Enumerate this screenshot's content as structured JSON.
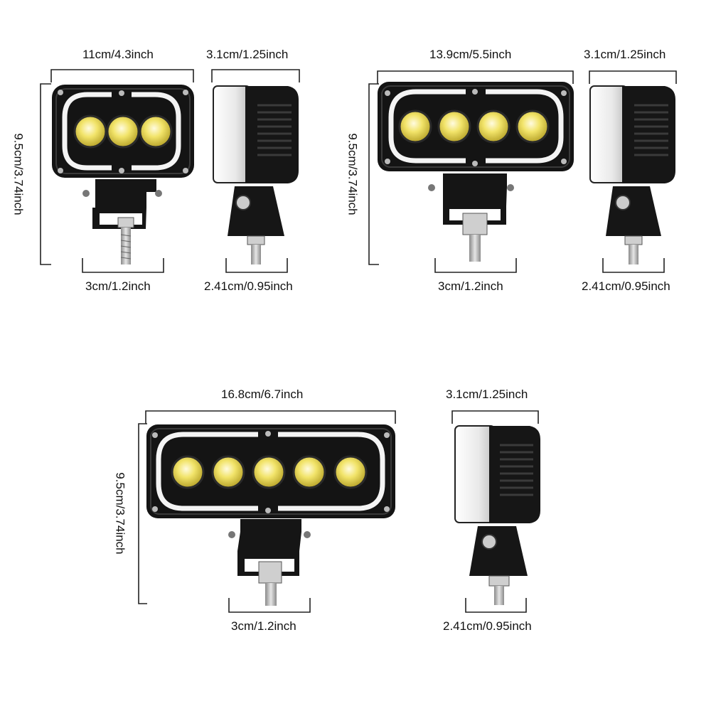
{
  "products": [
    {
      "led_count": 3,
      "width_label": "11cm/4.3inch",
      "height_label": "9.5cm/3.74inch",
      "bracket_label": "3cm/1.2inch",
      "depth_label": "3.1cm/1.25inch",
      "mount_label": "2.41cm/0.95inch"
    },
    {
      "led_count": 4,
      "width_label": "13.9cm/5.5inch",
      "height_label": "9.5cm/3.74inch",
      "bracket_label": "3cm/1.2inch",
      "depth_label": "3.1cm/1.25inch",
      "mount_label": "2.41cm/0.95inch"
    },
    {
      "led_count": 5,
      "width_label": "16.8cm/6.7inch",
      "height_label": "9.5cm/3.74inch",
      "bracket_label": "3cm/1.2inch",
      "depth_label": "3.1cm/1.25inch",
      "mount_label": "2.41cm/0.95inch"
    }
  ],
  "colors": {
    "housing": "#141414",
    "halo": "#f4f4f4",
    "lens": "#e8d84a",
    "dimension_line": "#222222"
  }
}
